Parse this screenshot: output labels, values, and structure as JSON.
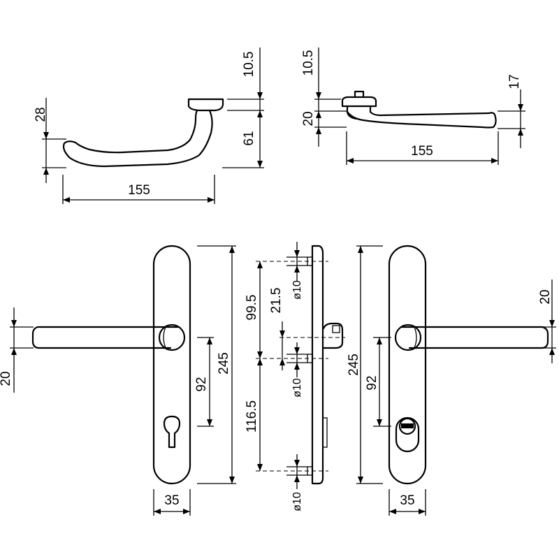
{
  "diagram": {
    "handle_side_view": {
      "dim_rose_height": "10.5",
      "dim_handle_drop": "61",
      "dim_grip_thickness": "28",
      "dim_handle_length": "155"
    },
    "handle_top_view": {
      "dim_rose_height": "10.5",
      "dim_neck_height": "20",
      "dim_tip_thickness": "17",
      "dim_handle_length": "155"
    },
    "plate_front_cylinder": {
      "dim_lever_height": "20",
      "dim_spindle_to_cylinder": "92",
      "dim_plate_height": "245",
      "dim_plate_width": "35"
    },
    "plate_section": {
      "dim_top_screw_to_spindle": "99.5",
      "dim_spindle_offset": "21.5",
      "dim_spindle_to_bottom_screw": "116.5",
      "dim_hole_top": "ø10",
      "dim_hole_middle": "ø10",
      "dim_hole_bottom": "ø10"
    },
    "plate_back_turn": {
      "dim_plate_height": "245",
      "dim_spindle_to_turn": "92",
      "dim_lever_height": "20",
      "dim_plate_width": "35"
    }
  }
}
